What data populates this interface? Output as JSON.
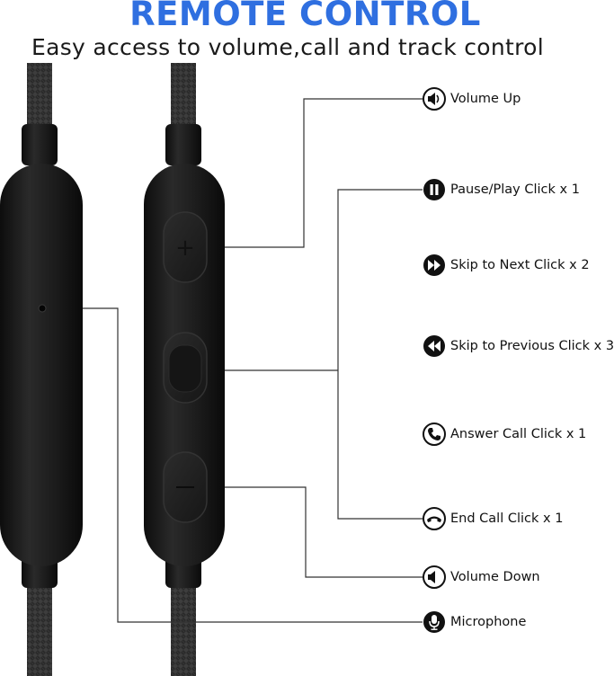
{
  "header": {
    "title": "REMOTE CONTROL",
    "subtitle": "Easy access to volume,call and track control"
  },
  "colors": {
    "title": "#2f6fe0",
    "remote_body": "#1c1c1c",
    "cable": "#2a2a2a",
    "leader_line": "#333333"
  },
  "callouts": [
    {
      "icon": "speaker-up-icon",
      "label": "Volume Up"
    },
    {
      "icon": "pause-icon",
      "label": "Pause/Play Click x 1"
    },
    {
      "icon": "fast-forward-icon",
      "label": "Skip to Next Click x 2"
    },
    {
      "icon": "rewind-icon",
      "label": "Skip to Previous Click x 3"
    },
    {
      "icon": "phone-answer-icon",
      "label": "Answer Call Click x 1"
    },
    {
      "icon": "phone-hangup-icon",
      "label": "End Call Click x 1"
    },
    {
      "icon": "speaker-down-icon",
      "label": "Volume Down"
    },
    {
      "icon": "microphone-icon",
      "label": "Microphone"
    }
  ]
}
